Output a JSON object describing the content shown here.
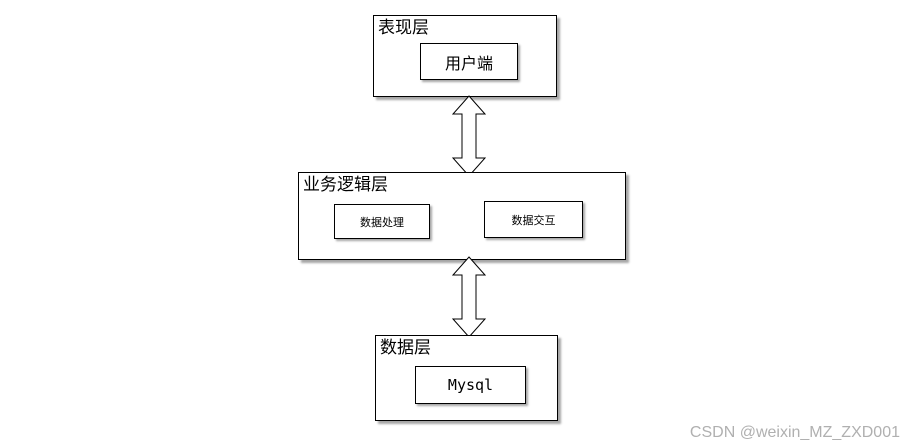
{
  "layers": {
    "presentation": {
      "title": "表现层",
      "boxes": {
        "client": "用户端"
      }
    },
    "business": {
      "title": "业务逻辑层",
      "boxes": {
        "processing": "数据处理",
        "interaction": "数据交互"
      }
    },
    "data": {
      "title": "数据层",
      "boxes": {
        "mysql": "Mysql"
      }
    }
  },
  "watermark": "CSDN @weixin_MZ_ZXD001"
}
